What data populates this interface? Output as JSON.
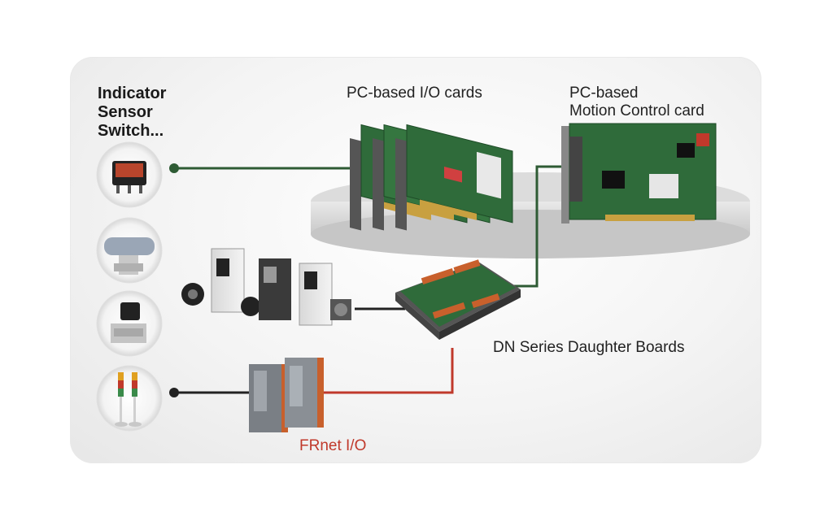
{
  "labels": {
    "left_line1": "Indicator",
    "left_line2": "Sensor",
    "left_line3": "Switch...",
    "io_cards": "PC-based  I/O  cards",
    "motion_line1": "PC-based",
    "motion_line2": "Motion Control card",
    "daughter_boards": "DN Series Daughter Boards",
    "frnet": "FRnet I/O"
  },
  "colors": {
    "green_line": "#2e5b34",
    "red_line": "#c0392b",
    "dark_line": "#222222",
    "pcb_green": "#2f6b3a"
  }
}
